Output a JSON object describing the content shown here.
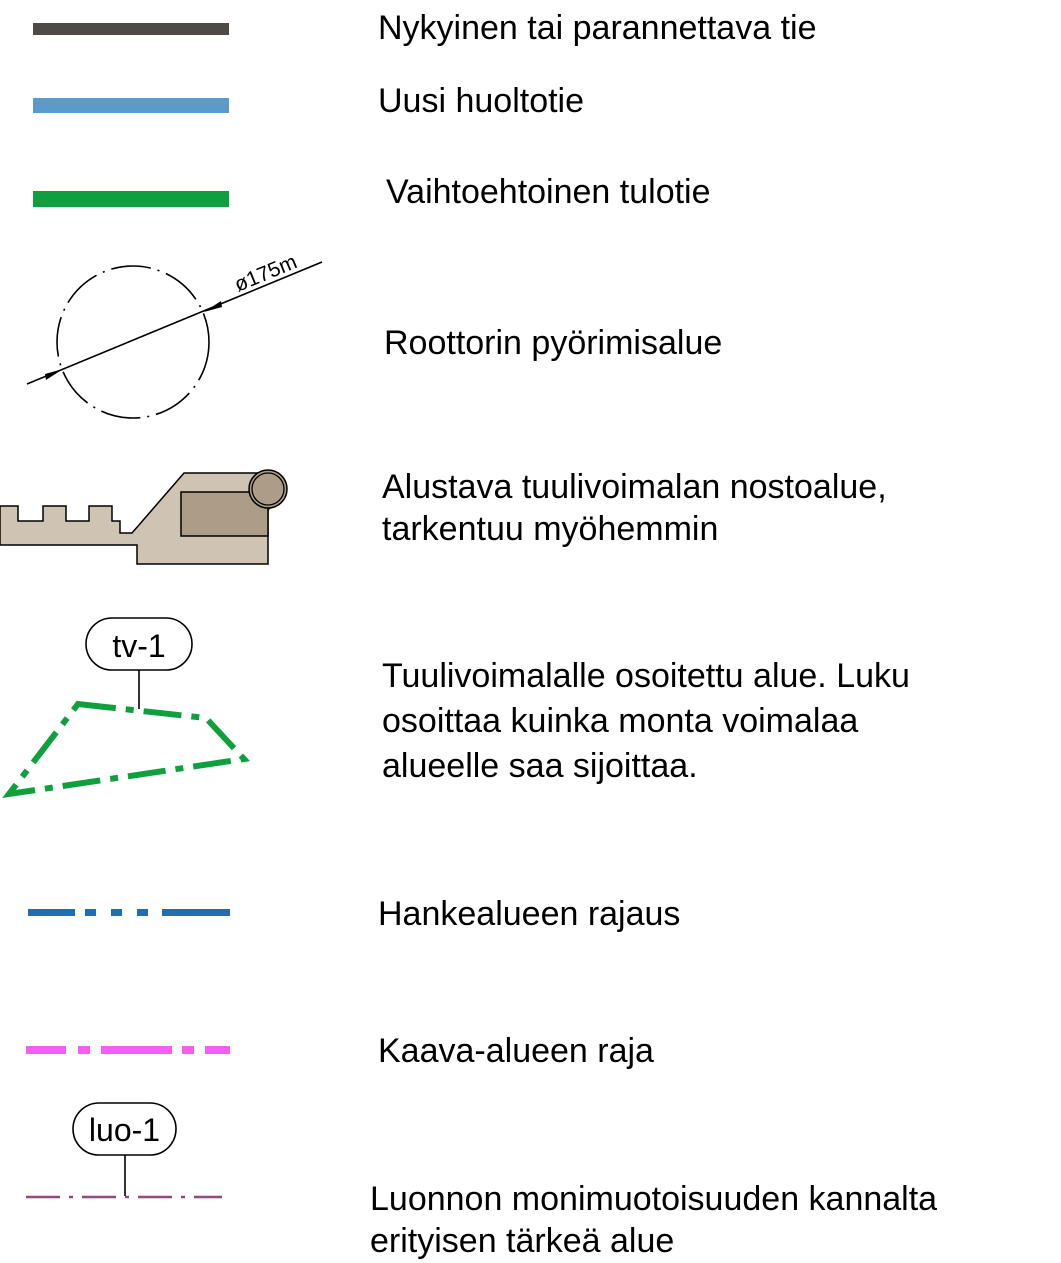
{
  "legend": {
    "existing_road": {
      "label": "Nykyinen tai parannettava tie",
      "color": "#4d4a48"
    },
    "new_service_road": {
      "label": "Uusi huoltotie",
      "color": "#5b9bcb"
    },
    "alternative_access_road": {
      "label": "Vaihtoehtoinen tulotie",
      "color": "#0ea03c"
    },
    "rotor_area": {
      "label": "Roottorin pyörimisalue",
      "dimension": "ø175m",
      "color": "#000000"
    },
    "lifting_area": {
      "line1": "Alustava tuulivoimalan nostoalue,",
      "line2": "tarkentuu myöhemmin",
      "fill_light": "#cfc3b3",
      "fill_dark": "#ad9c88"
    },
    "turbine_area": {
      "tag": "tv-1",
      "line1": "Tuulivoimalalle osoitettu alue. Luku",
      "line2": "osoittaa kuinka monta voimalaa",
      "line3": "alueelle saa sijoittaa.",
      "color": "#0ea03c"
    },
    "project_boundary": {
      "label": "Hankealueen rajaus",
      "color": "#1f6fb0"
    },
    "plan_boundary": {
      "label": "Kaava-alueen raja",
      "color": "#f35ff0"
    },
    "nature_area": {
      "tag": "luo-1",
      "line1": "Luonnon monimuotoisuuden kannalta",
      "line2": "erityisen tärkeä alue",
      "color": "#8e4a78"
    }
  }
}
